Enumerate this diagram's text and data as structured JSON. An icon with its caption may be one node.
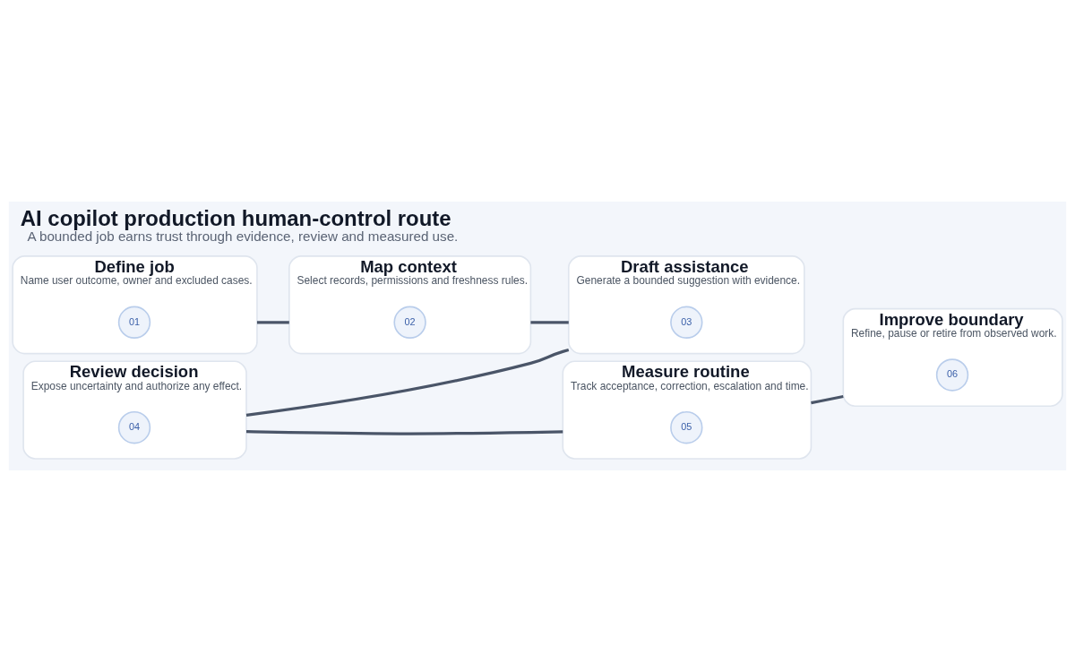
{
  "diagram": {
    "title": "AI copilot production human-control route",
    "caption": "A bounded job earns trust through evidence, review and measured use.",
    "nodes": [
      {
        "text": [
          "Define job",
          "Name user outcome, owner and excluded cases."
        ]
      },
      {
        "text": [
          "01"
        ],
        "in": 0
      },
      {
        "text": [
          "Map context",
          "Select records, permissions and freshness rules."
        ]
      },
      {
        "text": [
          "02"
        ],
        "in": 2
      },
      {
        "text": [
          "Draft assistance",
          "Generate a bounded suggestion with evidence."
        ]
      },
      {
        "text": [
          "03"
        ],
        "in": 4
      },
      {
        "text": [
          "Review decision",
          "Expose uncertainty and authorize any effect."
        ]
      },
      {
        "text": [
          "04"
        ],
        "in": 6
      },
      {
        "text": [
          "Measure routine",
          "Track acceptance, correction, escalation and time."
        ]
      },
      {
        "text": [
          "05"
        ],
        "in": 8
      },
      {
        "text": [
          "Improve boundary",
          "Refine, pause or retire from observed work."
        ]
      },
      {
        "text": [
          "06"
        ],
        "in": 10
      }
    ],
    "edges": [
      {
        "from": 0,
        "to": 2,
        "arrow": "none"
      },
      {
        "from": 2,
        "to": 4,
        "arrow": "none"
      },
      {
        "from": 4,
        "to": 6,
        "arrow": "none"
      },
      {
        "from": 6,
        "to": 8,
        "arrow": "none"
      },
      {
        "from": 8,
        "to": 10,
        "arrow": "none"
      }
    ]
  }
}
